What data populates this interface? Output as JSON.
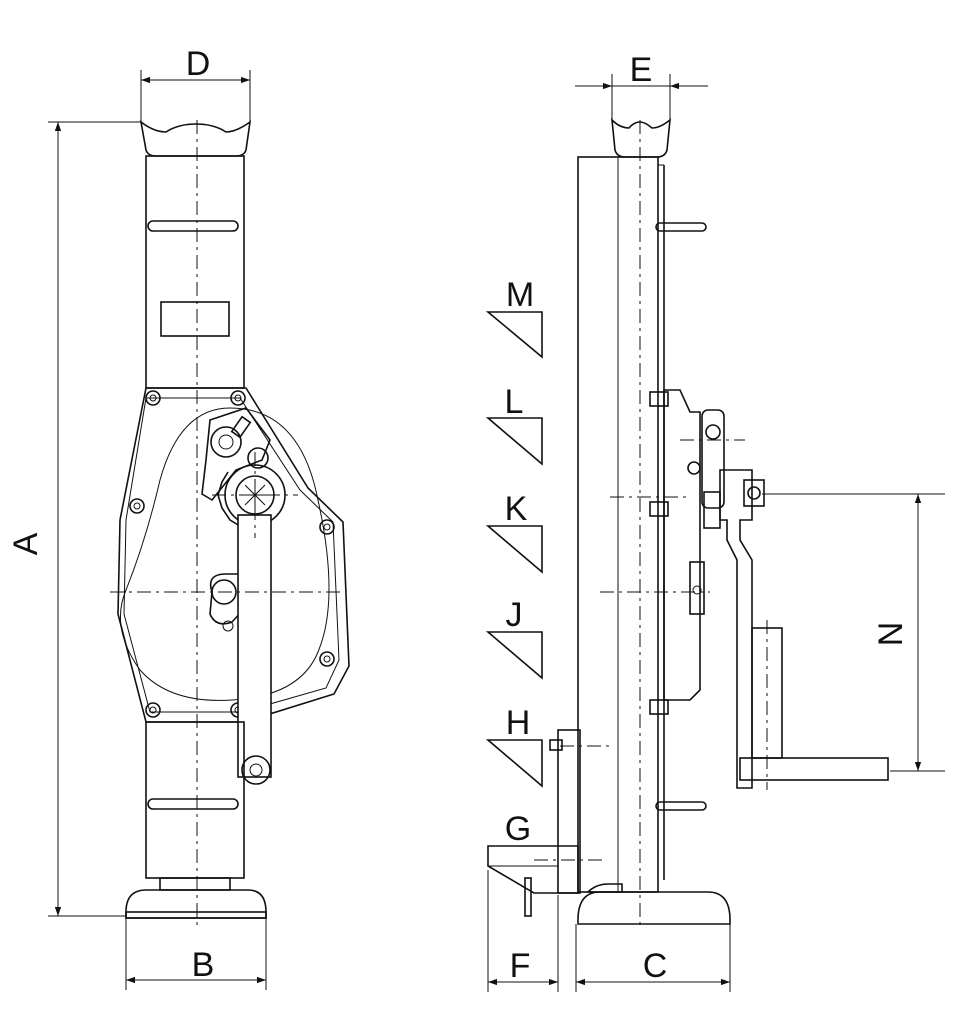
{
  "diagram": {
    "dimension_labels": {
      "A": "A",
      "B": "B",
      "C": "C",
      "D": "D",
      "E": "E",
      "F": "F",
      "N": "N"
    },
    "foot_profile_labels": [
      "M",
      "L",
      "K",
      "J",
      "H",
      "G"
    ]
  }
}
